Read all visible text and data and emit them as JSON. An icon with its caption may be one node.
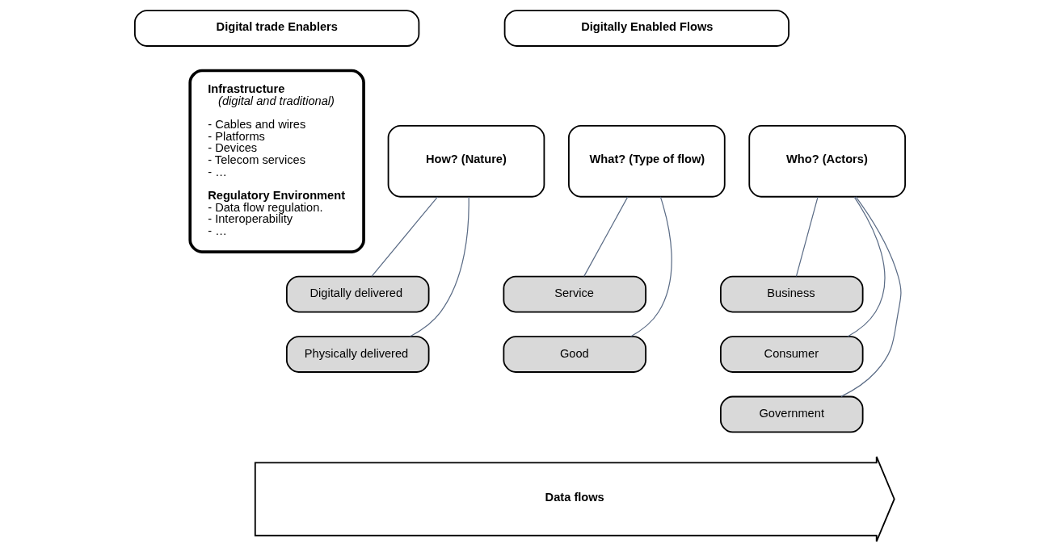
{
  "diagram": {
    "nodes": [
      {
        "text": [
          "Digital trade Enablers"
        ]
      },
      {
        "text": [
          "Digitally Enabled Flows"
        ]
      },
      {
        "text": [
          "Infrastructure",
          "(digital and traditional)",
          "- Cables and wires",
          "- Platforms",
          "- Devices",
          "- Telecom services",
          "- …",
          "Regulatory Environment",
          "- Data flow regulation.",
          "- Interoperability",
          "- …"
        ]
      },
      {
        "text": [
          "How? (Nature)"
        ]
      },
      {
        "text": [
          "Digitally delivered"
        ]
      },
      {
        "text": [
          "Physically delivered"
        ]
      },
      {
        "text": [
          "What? (Type of flow)"
        ]
      },
      {
        "text": [
          "Service"
        ]
      },
      {
        "text": [
          "Good"
        ]
      },
      {
        "text": [
          "Who? (Actors)"
        ]
      },
      {
        "text": [
          "Business"
        ]
      },
      {
        "text": [
          "Consumer"
        ]
      },
      {
        "text": [
          "Government"
        ]
      },
      {
        "text": [
          "Data flows"
        ]
      }
    ],
    "edges": [
      {
        "from": 3,
        "to": 4,
        "arrow": "none"
      },
      {
        "from": 3,
        "to": 5,
        "arrow": "none"
      },
      {
        "from": 6,
        "to": 7,
        "arrow": "none"
      },
      {
        "from": 6,
        "to": 8,
        "arrow": "none"
      },
      {
        "from": 9,
        "to": 10,
        "arrow": "none"
      },
      {
        "from": 9,
        "to": 11,
        "arrow": "none"
      },
      {
        "from": 9,
        "to": 12,
        "arrow": "none"
      }
    ]
  }
}
